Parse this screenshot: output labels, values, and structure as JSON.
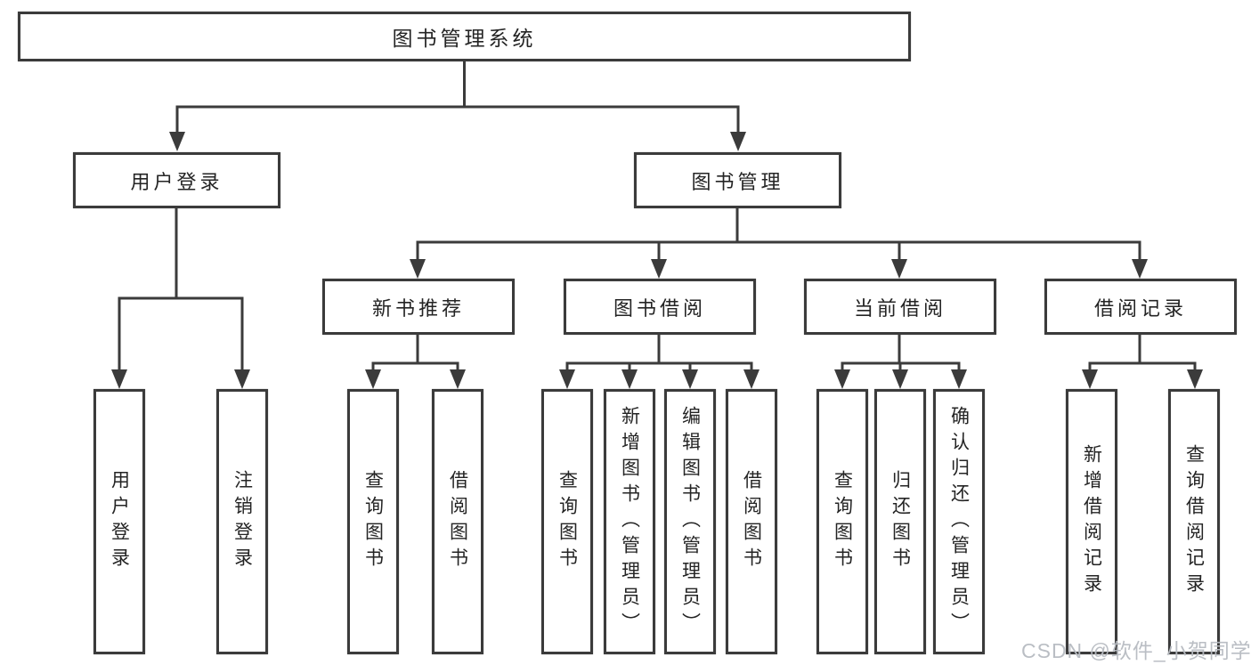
{
  "colors": {
    "line": "#3b3b3b",
    "text": "#242424",
    "box_bg": "#ffffff",
    "bg": "#ffffff",
    "watermark": "#b7bbc1"
  },
  "watermark": {
    "text": "CSDN @软件_小贺同学"
  },
  "nodes": {
    "root": {
      "label": "图书管理系统"
    },
    "level2": [
      {
        "label": "用户登录"
      },
      {
        "label": "图书管理"
      }
    ],
    "level3": [
      {
        "label": "新书推荐",
        "parent": "图书管理"
      },
      {
        "label": "图书借阅",
        "parent": "图书管理"
      },
      {
        "label": "当前借阅",
        "parent": "图书管理"
      },
      {
        "label": "借阅记录",
        "parent": "图书管理"
      }
    ],
    "leaves": [
      {
        "label": "用户登录",
        "parent": "用户登录"
      },
      {
        "label": "注销登录",
        "parent": "用户登录"
      },
      {
        "label": "查询图书",
        "parent": "新书推荐"
      },
      {
        "label": "借阅图书",
        "parent": "新书推荐"
      },
      {
        "label": "查询图书",
        "parent": "图书借阅"
      },
      {
        "label": "新增图书（管理员）",
        "parent": "图书借阅"
      },
      {
        "label": "编辑图书（管理员）",
        "parent": "图书借阅"
      },
      {
        "label": "借阅图书",
        "parent": "图书借阅"
      },
      {
        "label": "查询图书",
        "parent": "当前借阅"
      },
      {
        "label": "归还图书",
        "parent": "当前借阅"
      },
      {
        "label": "确认归还（管理员）",
        "parent": "当前借阅"
      },
      {
        "label": "新增借阅记录",
        "parent": "借阅记录"
      },
      {
        "label": "查询借阅记录",
        "parent": "借阅记录"
      }
    ]
  }
}
